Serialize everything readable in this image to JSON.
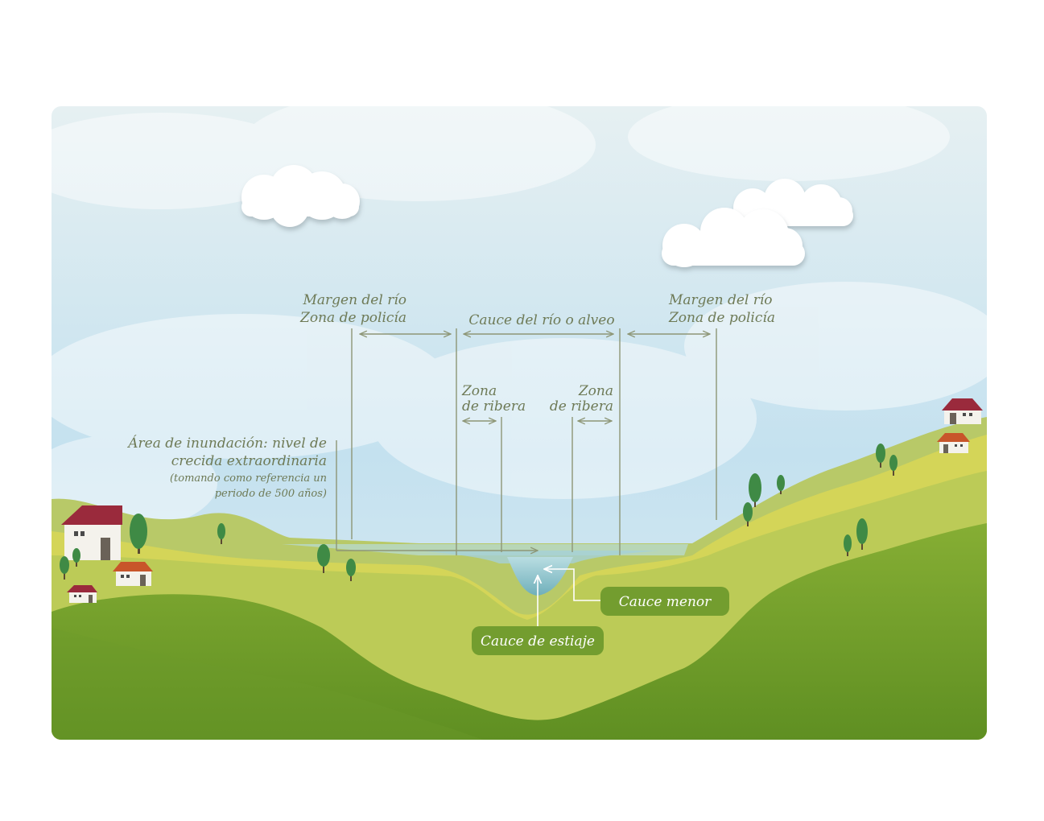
{
  "labels": {
    "margin_left_1": "Margen del río",
    "margin_left_2": "Zona de policía",
    "margin_right_1": "Margen del río",
    "margin_right_2": "Zona de policía",
    "cauce": "Cauce del río o alveo",
    "ribera_left_1": "Zona",
    "ribera_left_2": "de ribera",
    "ribera_right_1": "Zona",
    "ribera_right_2": "de ribera",
    "flood_1": "Área de inundación: nivel de",
    "flood_2": "crecida extraordinaria",
    "flood_3": "(tomando como referencia un",
    "flood_4": "periodo de 500 años)",
    "cauce_menor": "Cauce menor",
    "cauce_estiaje": "Cauce de estiaje"
  },
  "colors": {
    "sky_top": "#e4eff3",
    "sky_bottom": "#b9dcee",
    "hill_back": "#b8c968",
    "flood_band": "#d8d756",
    "hill_front": "#7aa52e",
    "water": "#8cc3cc",
    "pill": "#6f9a2d",
    "label_text": "#6e7a56",
    "roof_red": "#9a2a3c",
    "roof_orange": "#c8552a",
    "tree": "#3f8a45"
  }
}
